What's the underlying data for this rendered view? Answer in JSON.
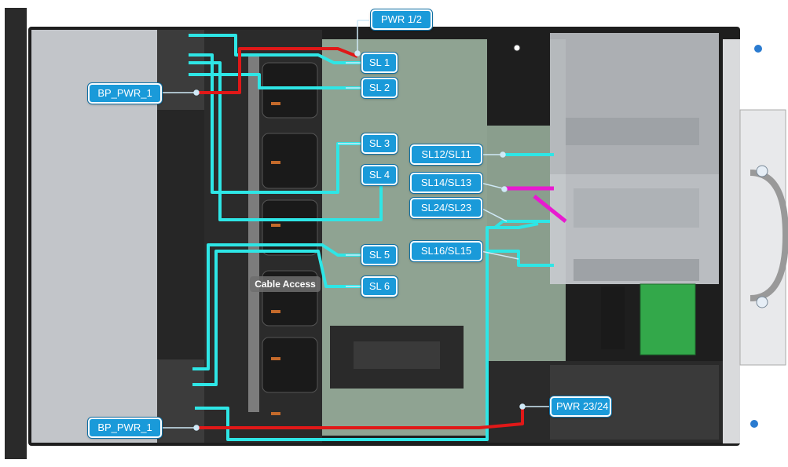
{
  "labels": {
    "pwr_1_2": "PWR 1/2",
    "bp_pwr_top": "BP_PWR_1",
    "bp_pwr_bottom": "BP_PWR_1",
    "sl1": "SL 1",
    "sl2": "SL 2",
    "sl3": "SL 3",
    "sl4": "SL 4",
    "sl5": "SL 5",
    "sl6": "SL 6",
    "sl12_sl11": "SL12/SL11",
    "sl14_sl13": "SL14/SL13",
    "sl24_sl23": "SL24/SL23",
    "sl16_sl15": "SL16/SL15",
    "pwr_23_24": "PWR 23/24",
    "cable_access": "Cable Access"
  },
  "colors": {
    "signal_cable": "#2ee6e6",
    "power_cable": "#e01818",
    "highlight_cable": "#e81ad0",
    "callout_fill": "#1a9ad9",
    "chassis_gray": "#c9ccd0",
    "board_green": "#8fa392"
  }
}
